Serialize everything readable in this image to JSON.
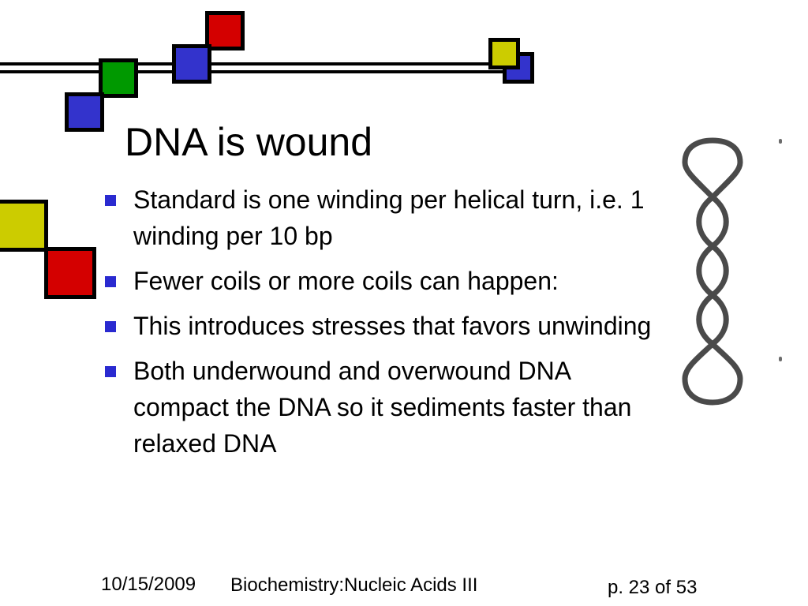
{
  "slide": {
    "title": "DNA is wound",
    "bullets": [
      {
        "text": "Standard is one winding per helical turn, i.e. 1 winding per 10 bp"
      },
      {
        "text": "Fewer coils or more coils can happen:"
      },
      {
        "text": "This introduces stresses that favors unwinding"
      },
      {
        "text": "Both underwound and overwound DNA compact the DNA so it sediments faster than relaxed DNA"
      }
    ]
  },
  "footer": {
    "date": "10/15/2009",
    "course": "Biochemistry:Nucleic Acids III",
    "page": "p. 23 of 53"
  },
  "decoration": {
    "square_colors": {
      "red": "#d40000",
      "blue": "#3333cc",
      "green": "#009900",
      "yellow": "#cccc00"
    },
    "bullet_color": "#2a2ad0",
    "illustration": "supercoiled-dna-icon"
  }
}
